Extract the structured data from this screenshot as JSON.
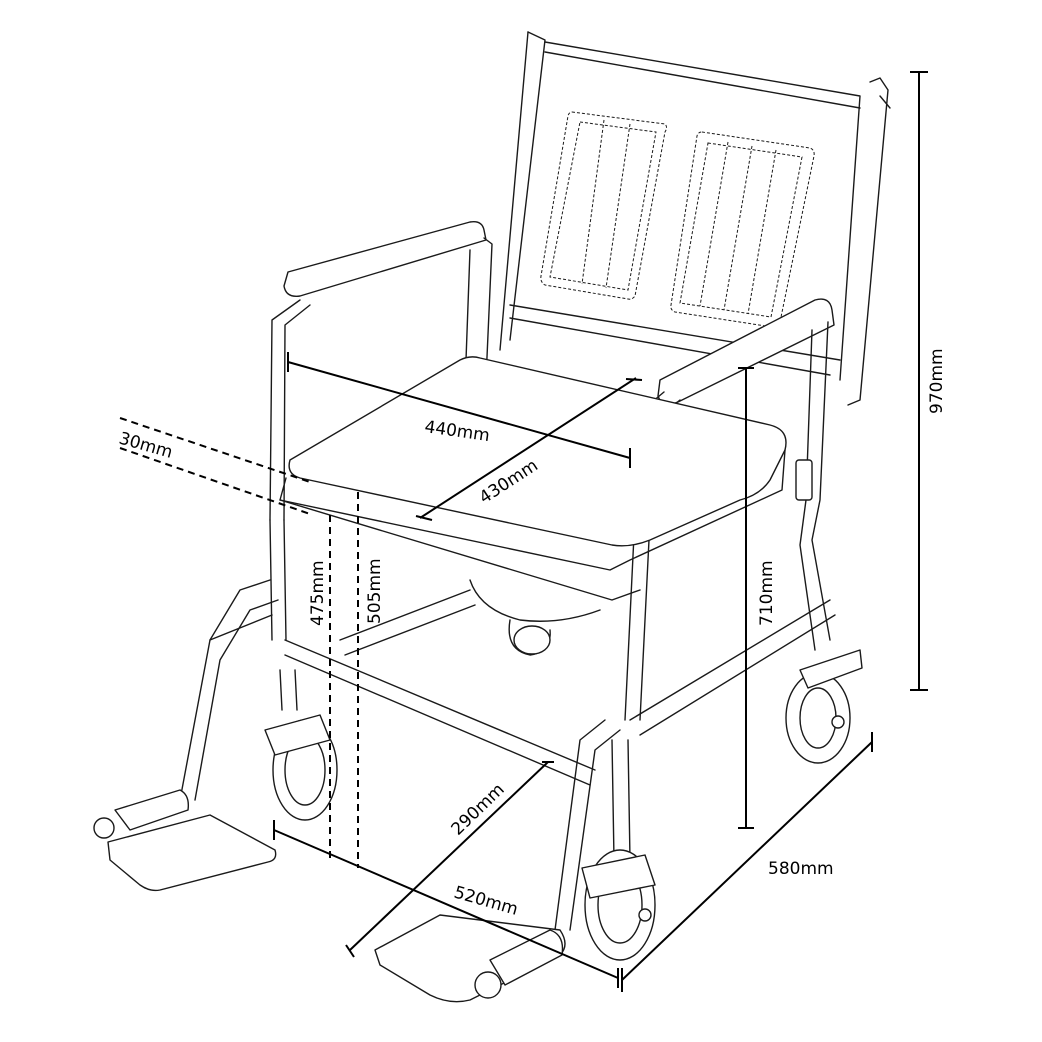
{
  "dimensions": {
    "seat_width": "440mm",
    "seat_depth": "430mm",
    "cushion_thickness": "30mm",
    "seat_height_without_cushion": "475mm",
    "seat_height_with_cushion": "505mm",
    "armrest_height": "710mm",
    "overall_height": "970mm",
    "overall_width": "580mm",
    "overall_depth": "520mm",
    "inner_frame_width": "290mm"
  },
  "colors": {
    "line": "#000000",
    "drawing": "#1a1a1a",
    "background": "#ffffff"
  }
}
